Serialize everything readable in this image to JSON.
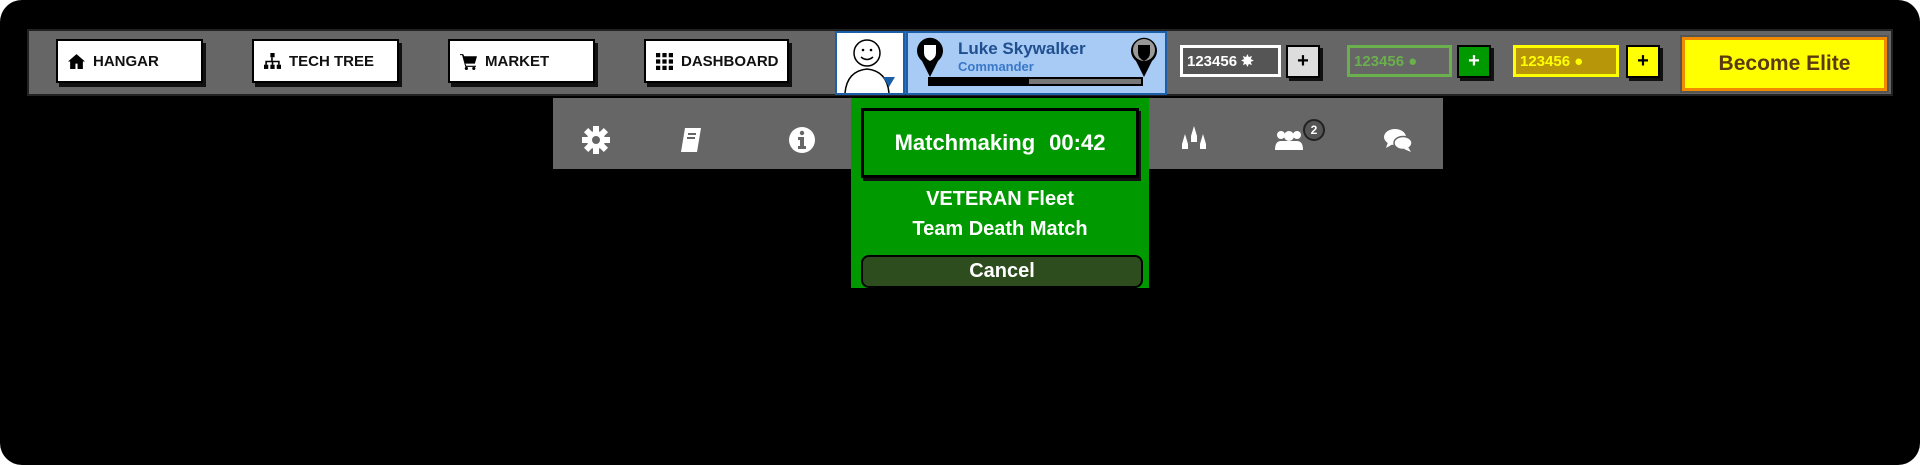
{
  "nav": [
    {
      "label": "HANGAR",
      "icon": "home-icon"
    },
    {
      "label": "TECH TREE",
      "icon": "sitemap-icon"
    },
    {
      "label": "MARKET",
      "icon": "cart-icon"
    },
    {
      "label": "DASHBOARD",
      "icon": "grid-icon"
    }
  ],
  "profile": {
    "name": "Luke Skywalker",
    "rank": "Commander",
    "xp_progress": 0.47
  },
  "currencies": [
    {
      "value": "123456",
      "icon": "star-icon",
      "color": "#ffffff"
    },
    {
      "value": "123456",
      "icon": "green-coin-icon",
      "color": "#6ab04c"
    },
    {
      "value": "123456",
      "icon": "gold-coin-icon",
      "color": "#ffff00"
    }
  ],
  "plus_label": "+",
  "elite_label": "Become Elite",
  "matchmaking": {
    "label": "Matchmaking",
    "timer": "00:42",
    "fleet": "VETERAN Fleet",
    "mode": "Team Death Match",
    "cancel_label": "Cancel"
  },
  "friends_badge": "2",
  "colors": {
    "accent_green": "#009900",
    "profile_blue": "#a8cbf5",
    "elite_yellow": "#ffff00"
  }
}
